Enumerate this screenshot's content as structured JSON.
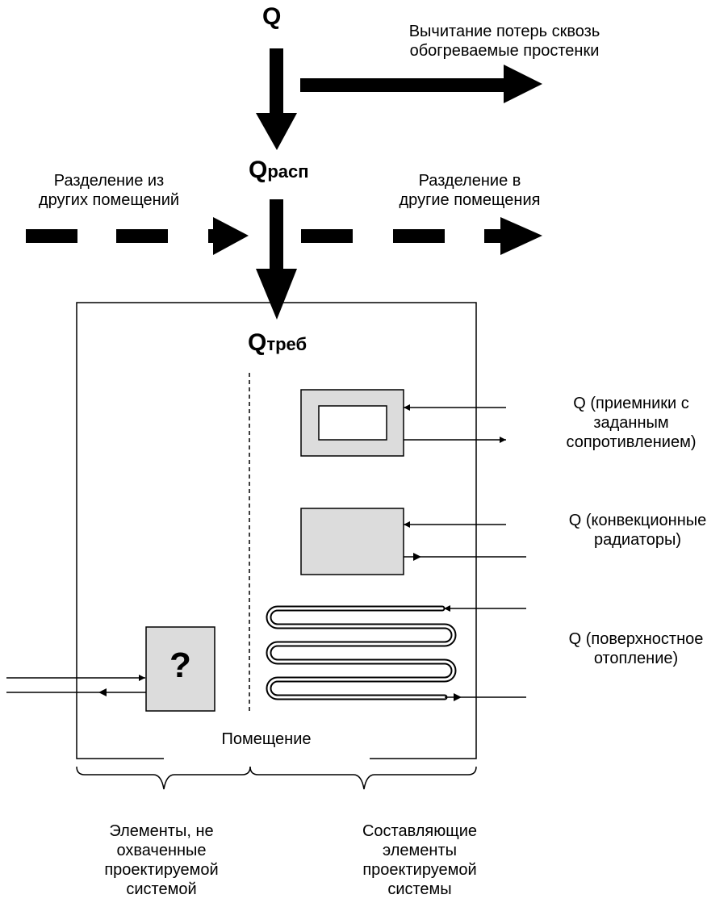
{
  "heat_top": "Q",
  "loss_label": [
    "Вычитание потерь сквозь",
    "обогреваемые простенки"
  ],
  "q_distribution": {
    "main": "Q",
    "sub": "расп"
  },
  "from_rooms_label": [
    "Разделение из",
    "других помещений"
  ],
  "to_rooms_label": [
    "Разделение в",
    "другие помещения"
  ],
  "q_required": {
    "main": "Q",
    "sub": "треб"
  },
  "emitters": [
    {
      "lines": [
        "Q (приемники с",
        "заданным",
        "сопротивлением)"
      ]
    },
    {
      "lines": [
        "Q (конвекционные",
        "радиаторы)"
      ]
    },
    {
      "lines": [
        "Q (поверхностное",
        "отопление)"
      ]
    }
  ],
  "unknown_element": "?",
  "room_label": "Помещение",
  "left_group_label": [
    "Элементы, не",
    "охваченные",
    "проектируемой",
    "системой"
  ],
  "right_group_label": [
    "Составляющие",
    "элементы",
    "проектируемой",
    "системы"
  ],
  "colors": {
    "box_fill": "#dcdcdc",
    "stroke": "#000000"
  }
}
